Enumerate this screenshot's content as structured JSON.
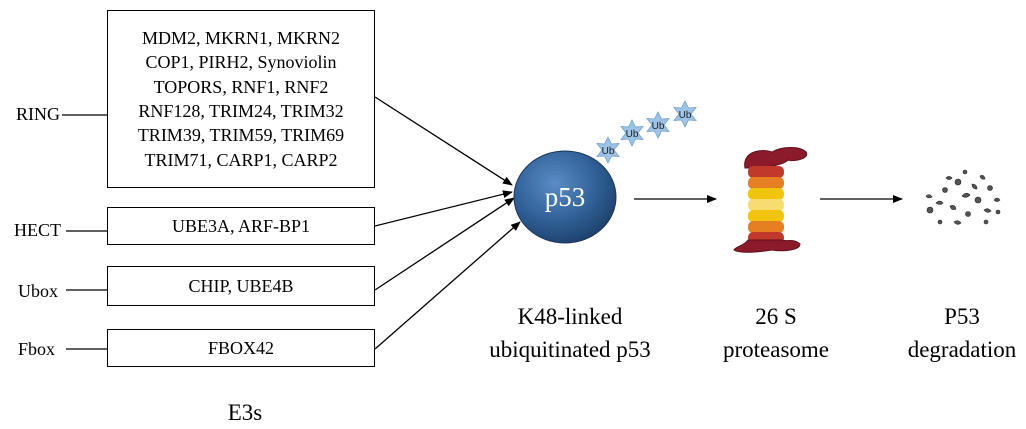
{
  "categories": [
    {
      "label": "RING",
      "proteins": [
        "MDM2, MKRN1, MKRN2",
        "COP1, PIRH2, Synoviolin",
        "TOPORS, RNF1, RNF2",
        "RNF128, TRIM24, TRIM32",
        "TRIM39, TRIM59, TRIM69",
        "TRIM71, CARP1, CARP2"
      ]
    },
    {
      "label": "HECT",
      "proteins": [
        "UBE3A, ARF-BP1"
      ]
    },
    {
      "label": "Ubox",
      "proteins": [
        "CHIP, UBE4B"
      ]
    },
    {
      "label": "Fbox",
      "proteins": [
        "FBOX42"
      ]
    }
  ],
  "e3s_label": "E3s",
  "p53_label": "p53",
  "ub_label": "Ub",
  "captions": {
    "p53": [
      "K48-linked",
      "ubiquitinated p53"
    ],
    "proteasome": [
      "26 S",
      "proteasome"
    ],
    "degradation": [
      "P53",
      "degradation"
    ]
  },
  "colors": {
    "p53_fill": "#2f5f95",
    "ub_star": "#9dc3e6",
    "proteasome_cap": "#8b1a2b",
    "proteasome_rings": [
      "#c0392b",
      "#e67e22",
      "#f1c40f",
      "#f7dc6f"
    ]
  }
}
